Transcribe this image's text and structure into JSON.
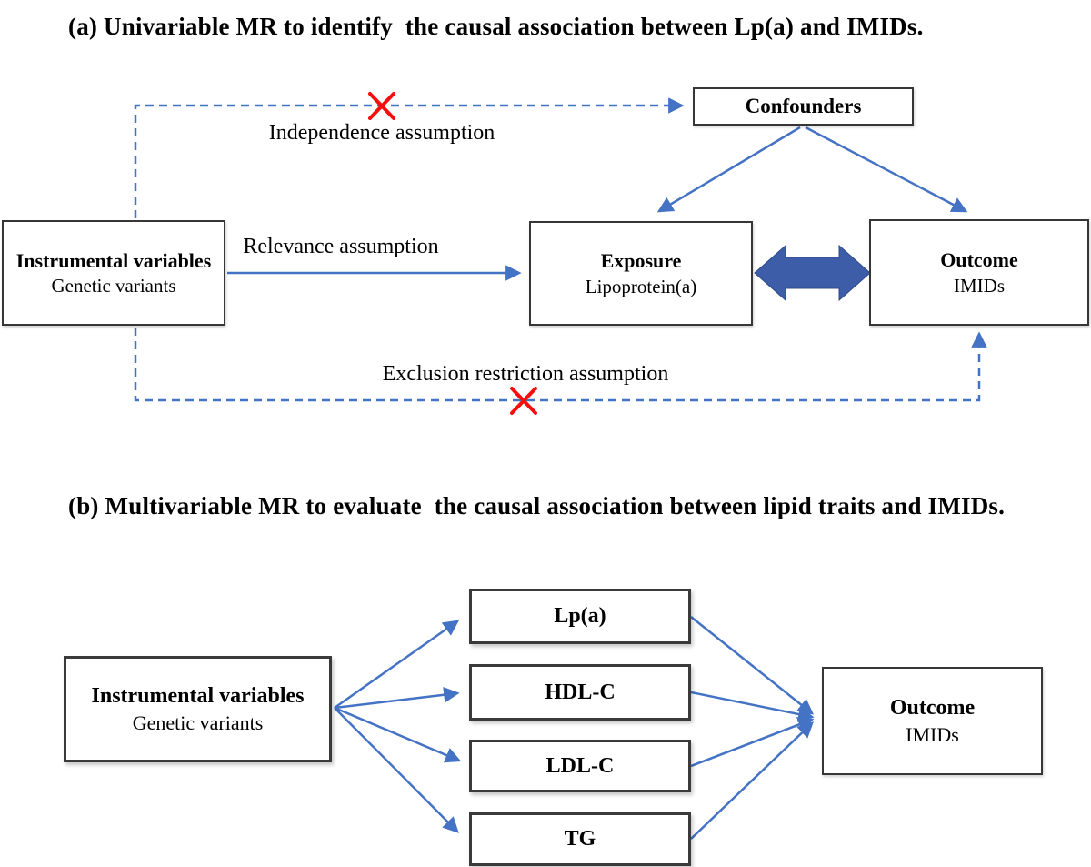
{
  "colors": {
    "thin_arrow_blue": "#4472C4",
    "thick_arrow_blue": "#3D5DA8",
    "cross_red": "#F80D0D",
    "box_border": "#363636"
  },
  "panel_a": {
    "title": "(a) Univariable MR to identify  the causal association between Lp(a) and IMIDs.",
    "boxes": {
      "confounders": {
        "label": "Confounders"
      },
      "instrumental": {
        "title": "Instrumental variables",
        "subtitle": "Genetic variants"
      },
      "exposure": {
        "title": "Exposure",
        "subtitle": "Lipoprotein(a)"
      },
      "outcome": {
        "title": "Outcome",
        "subtitle": "IMIDs"
      }
    },
    "labels": {
      "independence": "Independence assumption",
      "relevance": "Relevance assumption",
      "exclusion": "Exclusion restriction assumption"
    }
  },
  "panel_b": {
    "title": "(b) Multivariable MR to evaluate  the causal association between lipid traits and IMIDs.",
    "boxes": {
      "instrumental": {
        "title": "Instrumental variables",
        "subtitle": "Genetic variants"
      },
      "exposures": [
        {
          "label": "Lp(a)"
        },
        {
          "label": "HDL-C"
        },
        {
          "label": "LDL-C"
        },
        {
          "label": "TG"
        }
      ],
      "outcome": {
        "title": "Outcome",
        "subtitle": "IMIDs"
      }
    }
  }
}
